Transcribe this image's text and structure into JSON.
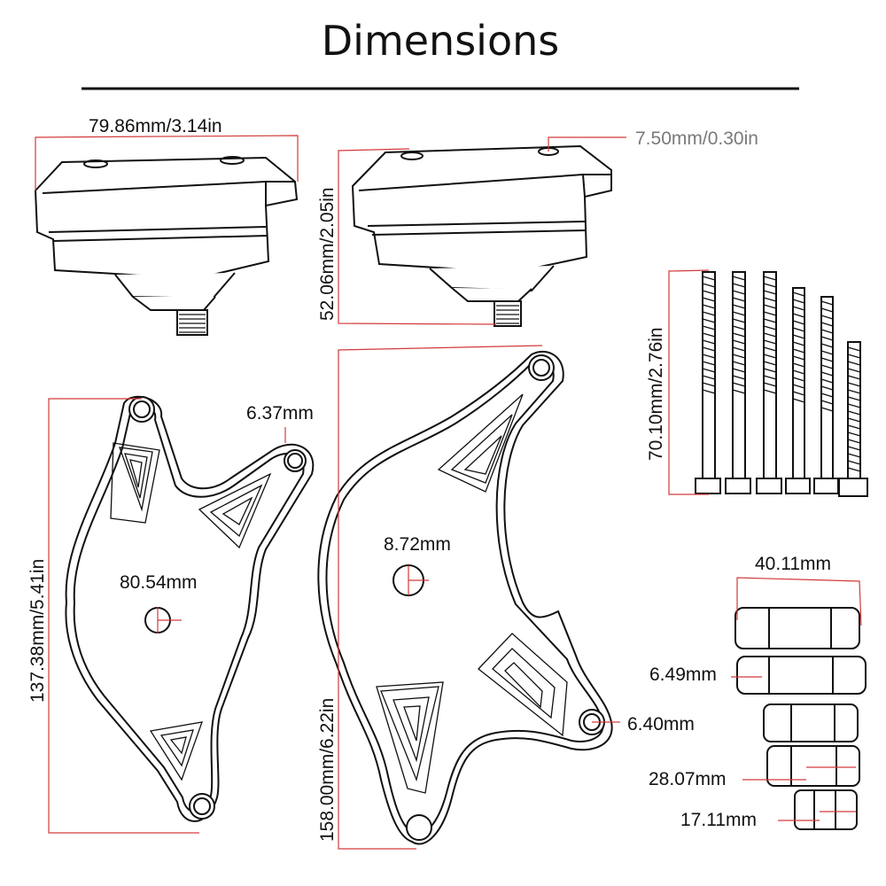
{
  "title": "Dimensions",
  "dimensions": {
    "slider_width": "79.86mm/3.14in",
    "slider_height": "52.06mm/2.05in",
    "slider_hole": "7.50mm/0.30in",
    "bolt_length": "70.10mm/2.76in",
    "left_plate_height": "137.38mm/5.41in",
    "left_plate_small_hole": "6.37mm",
    "left_plate_center": "80.54mm",
    "right_plate_height": "158.00mm/6.22in",
    "right_plate_center_hole": "8.72mm",
    "right_plate_small_hole": "6.40mm",
    "spacer_length": "40.11mm",
    "spacer_diameter": "6.49mm",
    "spacer_medium": "28.07mm",
    "spacer_short": "17.11mm"
  },
  "colors": {
    "dimension_line": "#d33a3a",
    "outline": "#111111",
    "grey_label": "#7a7a7a"
  }
}
